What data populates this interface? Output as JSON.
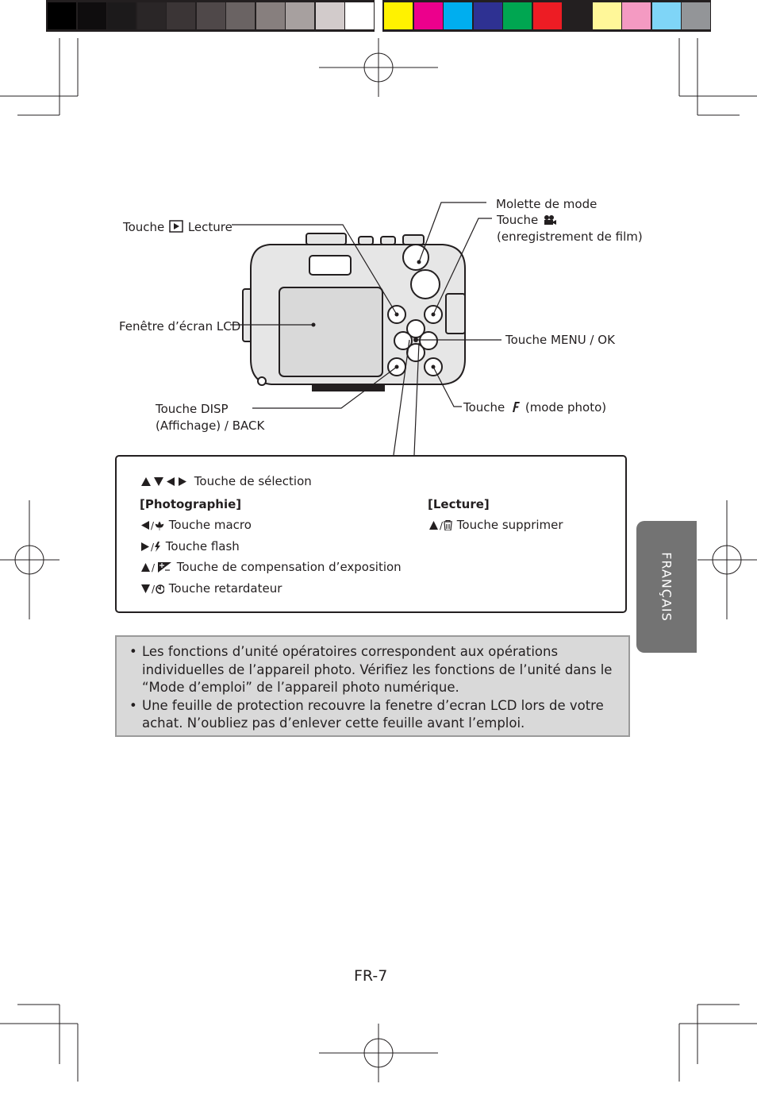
{
  "color_bar": {
    "grays": [
      "#000000",
      "#0f0d0e",
      "#1c1a1b",
      "#2a2627",
      "#3b3536",
      "#4f4849",
      "#6a6363",
      "#877f7e",
      "#a7a09f",
      "#d2cbcb",
      "#ffffff"
    ],
    "colors": [
      "#fff200",
      "#ec008c",
      "#00aeef",
      "#2e3192",
      "#00a651",
      "#ed1c24",
      "#231f20",
      "#fff799",
      "#f49ac2",
      "#7fd5f7",
      "#939598"
    ]
  },
  "diagram": {
    "labels": {
      "playback": "Touche",
      "playback_suffix": "Lecture",
      "mode_dial": "Molette de mode",
      "movie_prefix": "Touche",
      "movie_suffix": "(enregistrement de film)",
      "lcd": "Fenêtre d’écran LCD",
      "menu_ok": "Touche MENU / OK",
      "disp_line1": "Touche DISP",
      "disp_line2": "(Affichage) / BACK",
      "func_prefix": "Touche",
      "func_suffix": "(mode photo)"
    },
    "icons": [
      "playback-icon",
      "movie-camera-icon",
      "function-f-icon"
    ]
  },
  "selection_box": {
    "title": "Touche de sélection",
    "photo_header": "[Photographie]",
    "photo_items": [
      "Touche macro",
      "Touche flash",
      "Touche de compensation d’exposition",
      "Touche retardateur"
    ],
    "playback_header": "[Lecture]",
    "playback_items": [
      "Touche supprimer"
    ]
  },
  "notes": [
    "Les fonctions d’unité opératoires correspondent aux opérations individuelles de l’appareil photo. Vérifiez les fonctions de l’unité dans le “Mode d’emploi” de l’appareil photo numérique.",
    "Une feuille de protection recouvre la fenetre d’ecran LCD lors de votre achat. N’oubliez pas d’enlever cette feuille avant l’emploi."
  ],
  "side_tab": "FRANÇAIS",
  "page_number": "FR-7"
}
